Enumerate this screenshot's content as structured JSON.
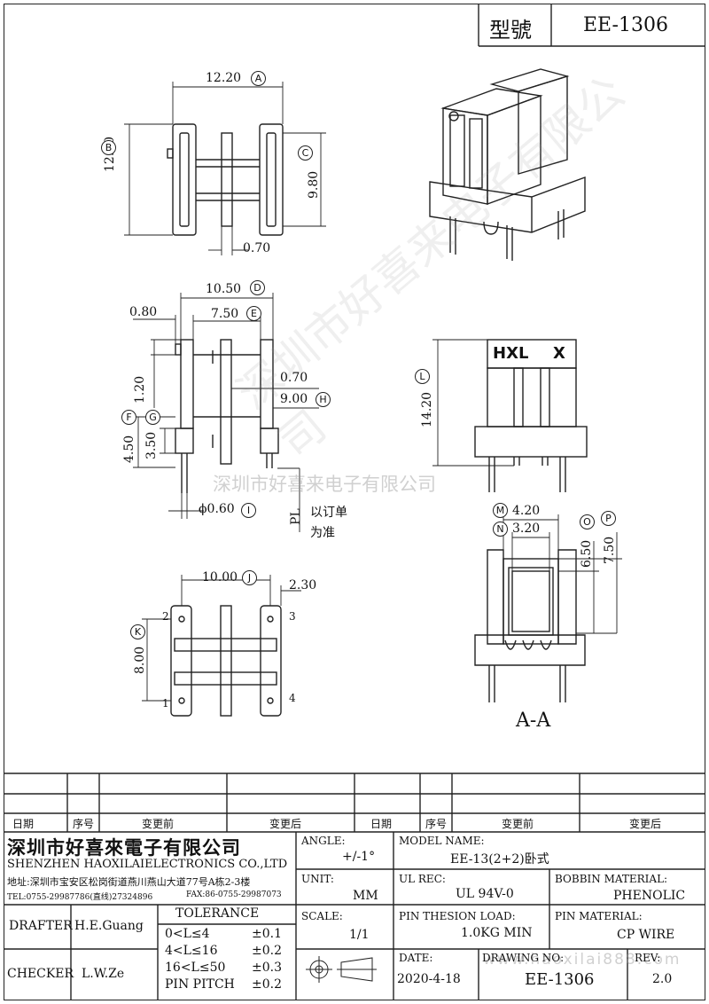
{
  "header": {
    "model_label": "型號",
    "model_value": "EE-1306"
  },
  "dims": {
    "a": "12.20",
    "b": "12.40",
    "c": "9.80",
    "d": "0.70",
    "e": "10.50",
    "f": "0.80",
    "g": "7.50",
    "h": "1.20",
    "i": "0.70",
    "j": "9.00",
    "k": "4.50",
    "l": "3.50",
    "m": "ϕ0.60",
    "n": "PL",
    "o": "10.00",
    "p": "2.30",
    "q": "8.00",
    "r": "14.20",
    "s": "4.20",
    "t": "3.20",
    "u": "6.50",
    "v": "7.50"
  },
  "circles": [
    "A",
    "B",
    "C",
    "D",
    "E",
    "H",
    "F",
    "G",
    "I",
    "J",
    "K",
    "L",
    "M",
    "N",
    "O",
    "P"
  ],
  "note": {
    "line1": "以订单",
    "line2": "为准"
  },
  "pins": [
    "1",
    "2",
    "3",
    "4"
  ],
  "marking": {
    "left": "HXL",
    "right": "X"
  },
  "section_label": "A-A",
  "watermark": {
    "diag": "深圳市好喜来电子有限公司",
    "center": "深圳市好喜来电子有限公司",
    "bottom": "www.haoxilai888.com"
  },
  "rev_table": {
    "c1": "日期",
    "c2": "序号",
    "c3": "变更前",
    "c4": "变更后",
    "c5": "日期",
    "c6": "序号",
    "c7": "变更前",
    "c8": "变更后"
  },
  "company": {
    "name_cn": "深圳市好喜來電子有限公司",
    "name_en": "SHENZHEN HAOXILAIELECTRONICS CO.,LTD",
    "address": "地址:深圳市宝安区松岗街道燕川燕山大道77号A栋2-3楼",
    "tel": "TEL:0755-29987786(直线)27324896",
    "fax": "FAX:86-0755-29987073"
  },
  "title_block": {
    "angle_label": "ANGLE:",
    "angle_value": "+/-1°",
    "model_name_label": "MODEL NAME:",
    "model_name_value": "EE-13(2+2)卧式",
    "unit_label": "UNIT:",
    "unit_value": "MM",
    "ul_label": "UL REC:",
    "ul_value": "UL 94V-0",
    "bobbin_label": "BOBBIN MATERIAL:",
    "bobbin_value": "PHENOLIC",
    "scale_label": "SCALE:",
    "scale_value": "1/1",
    "load_label": "PIN THESION LOAD:",
    "load_value": "1.0KG MIN",
    "pin_mat_label": "PIN MATERIAL:",
    "pin_mat_value": "CP  WIRE",
    "date_label": "DATE:",
    "date_value": "2020-4-18",
    "drawing_label": "DRAWING NO:",
    "drawing_value": "EE-1306",
    "rev_label": "REV:",
    "rev_value": "2.0",
    "drafter_label": "DRAFTER",
    "drafter_value": "H.E.Guang",
    "checker_label": "CHECKER",
    "checker_value": "L.W.Ze",
    "tolerance_label": "TOLERANCE",
    "tol_rows": [
      {
        "range": "0<L≤4",
        "value": "±0.1"
      },
      {
        "range": "4<L≤16",
        "value": "±0.2"
      },
      {
        "range": "16<L≤50",
        "value": "±0.3"
      },
      {
        "range": "PIN PITCH",
        "value": "±0.2"
      }
    ]
  }
}
